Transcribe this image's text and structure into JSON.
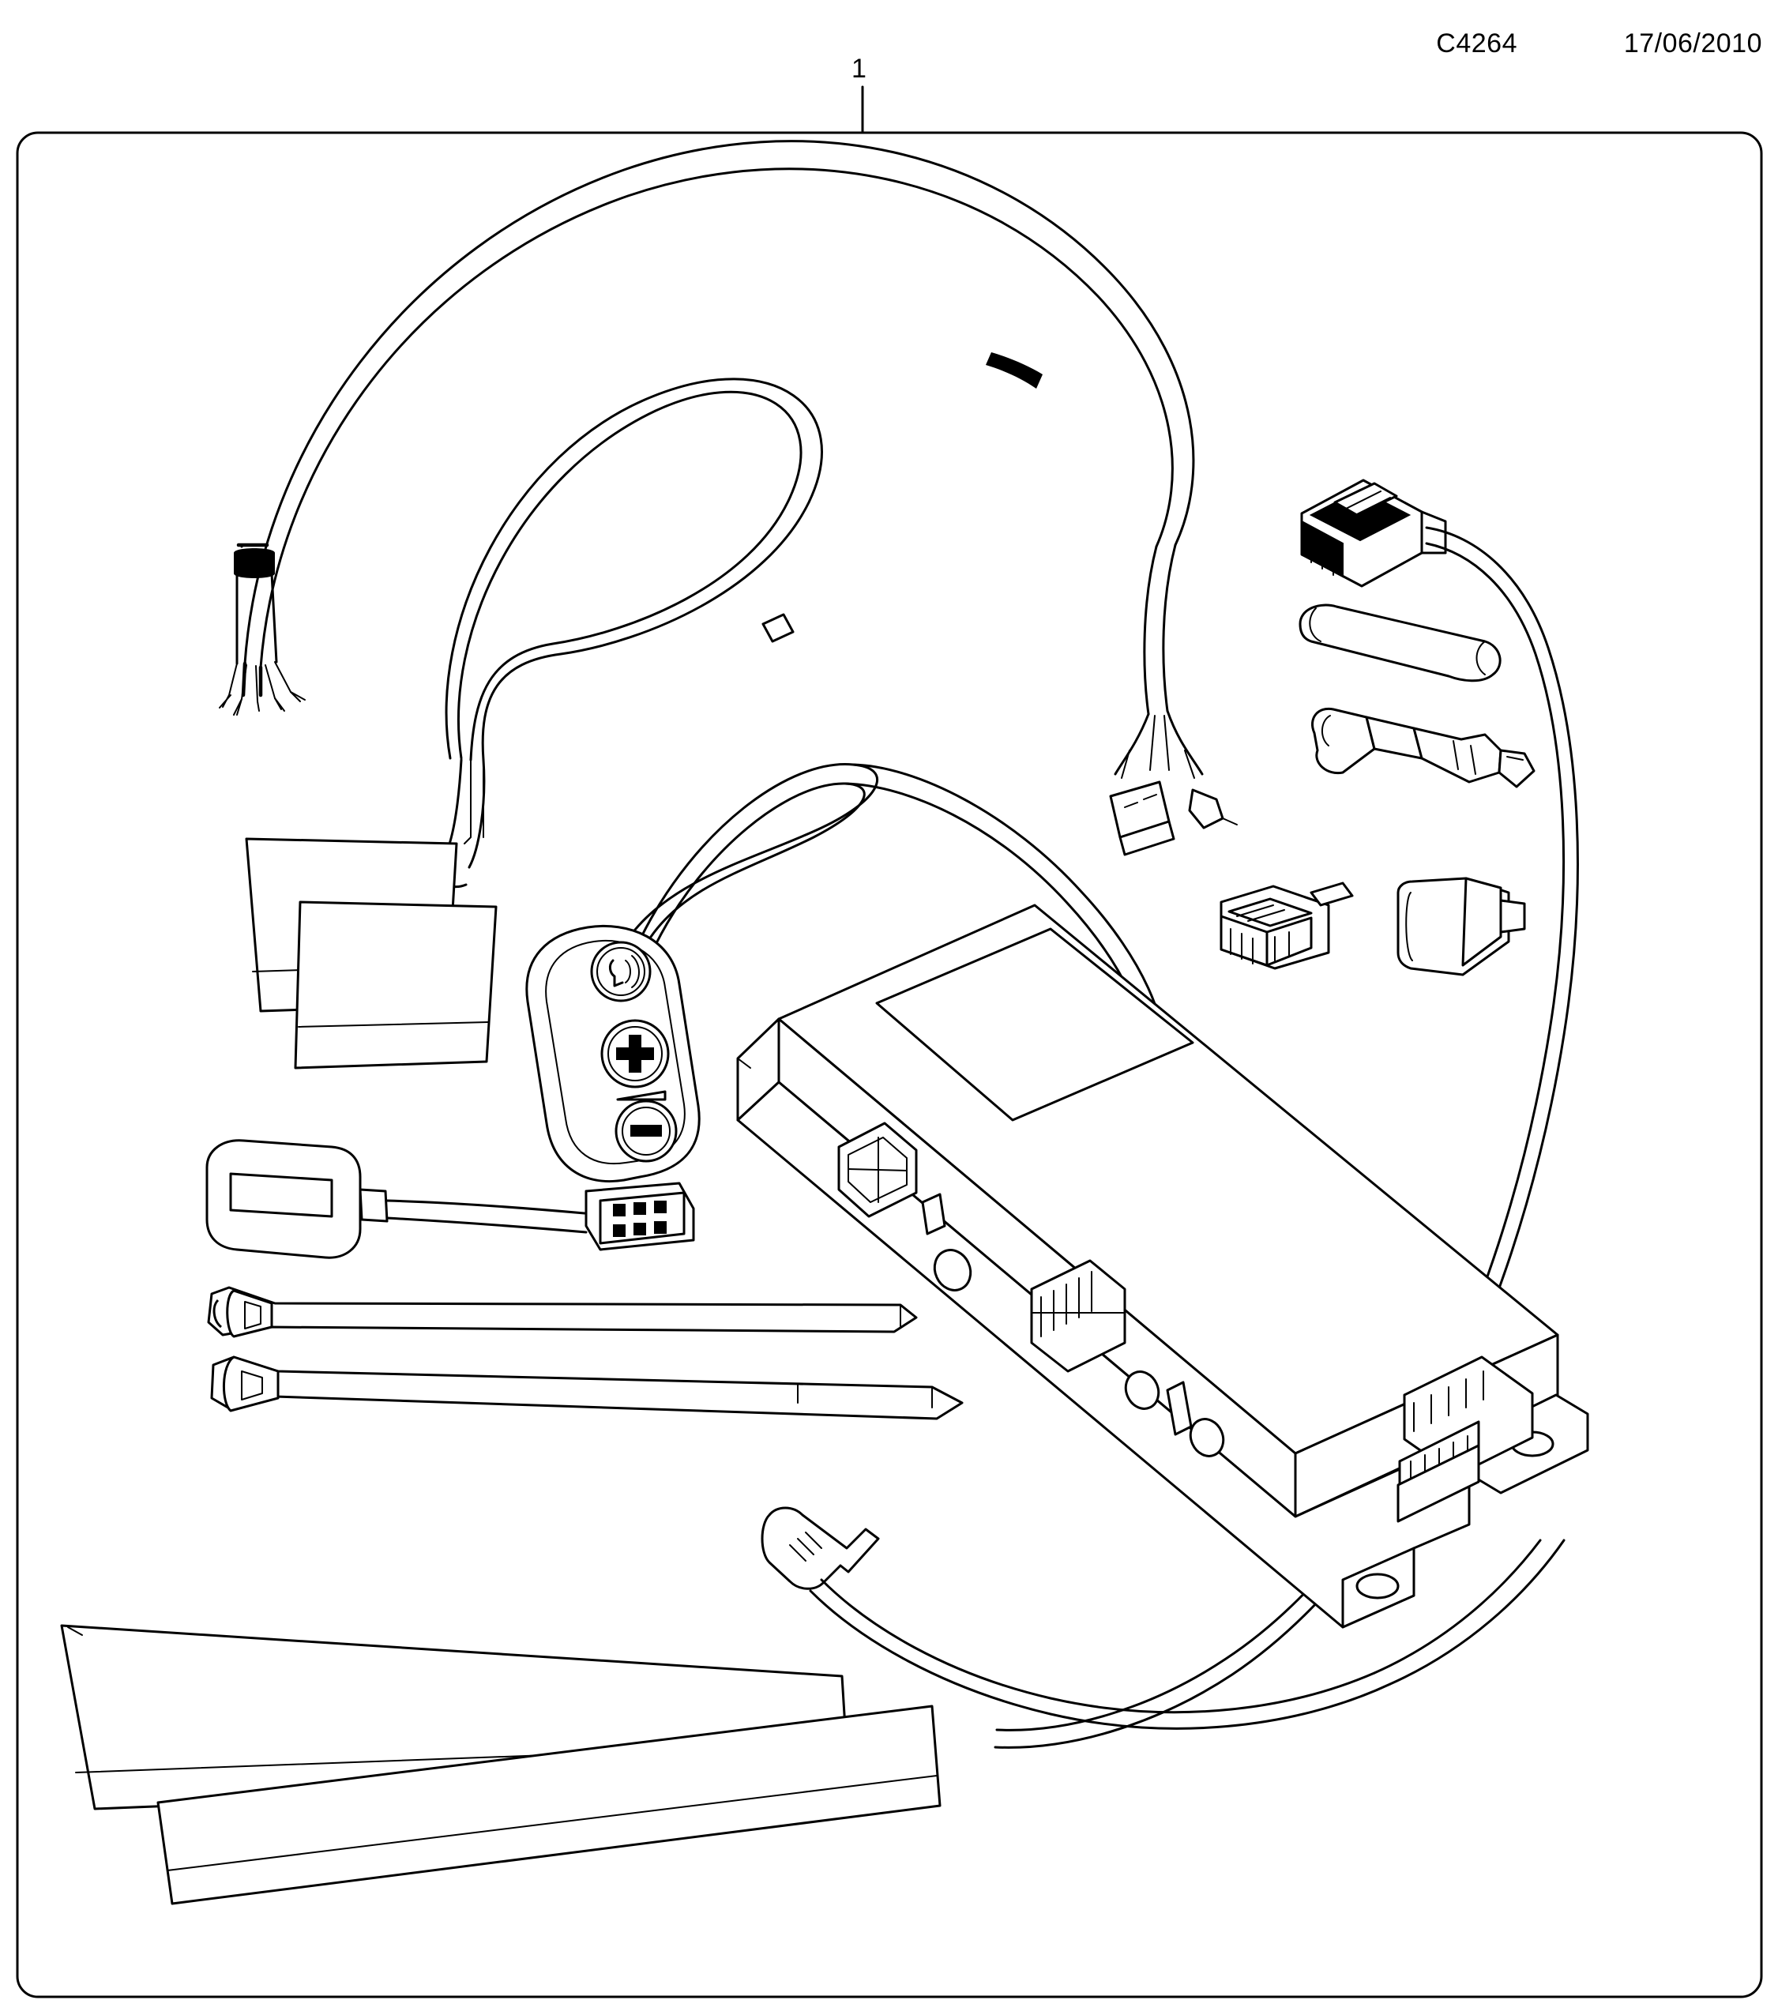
{
  "header": {
    "code": "C4264",
    "date": "17/06/2010"
  },
  "callout": {
    "label": "1"
  },
  "diagram": {
    "title": "Exploded parts illustration — hands-free telephone kit",
    "frame": "rounded rectangle border enclosing the parts layout",
    "parts": [
      {
        "name": "wiring-harness-long",
        "description": "long looped cable harness with bare wire ends at lower left and multi-pin connector at lower right"
      },
      {
        "name": "black-connector-plug",
        "description": "small black rectangular plug with pins, upper right"
      },
      {
        "name": "cylindrical-sleeve",
        "description": "plain cylinder / foam sleeve, right side"
      },
      {
        "name": "metal-bracket-clip",
        "description": "bent metal retaining clip, right side"
      },
      {
        "name": "white-connector-block",
        "description": "white multi-cavity connector housing, middle right"
      },
      {
        "name": "blank-cover-cap",
        "description": "rectangular blanking cap / trim plug, right side"
      },
      {
        "name": "control-switch-pad",
        "description": "oval three-button control pad: voice, volume up, volume down"
      },
      {
        "name": "microphone-module",
        "description": "rounded microphone housing with short lead and connector"
      },
      {
        "name": "paper-instruction-sheets",
        "description": "two stacked flat sheets / labels, left side"
      },
      {
        "name": "cable-tie-1",
        "description": "cable tie with mounting head, left"
      },
      {
        "name": "cable-tie-2",
        "description": "cable tie with rectangular head, left"
      },
      {
        "name": "control-module-box",
        "description": "large rectangular electronic control module with mounting tabs and connector ports"
      },
      {
        "name": "antenna-jack-lead",
        "description": "right-angle jack plug with lead running to the module"
      },
      {
        "name": "trim-panel-1",
        "description": "long flat trim strip, bottom left"
      },
      {
        "name": "trim-panel-2",
        "description": "second long flat trim strip, bottom"
      }
    ],
    "icons": {
      "voice": "voice-call-icon",
      "volume_up": "plus-icon",
      "volume_down": "minus-icon"
    }
  }
}
